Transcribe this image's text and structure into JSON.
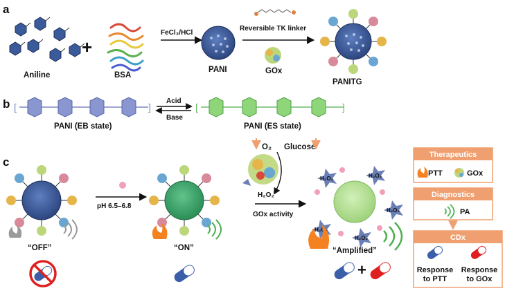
{
  "panels": {
    "a": {
      "label": "a",
      "aniline_label": "Aniline",
      "plus": "+",
      "bsa_label": "BSA",
      "reagent": "FeCl₃/HCl",
      "pani_label": "PANI",
      "linker_label": "Reversible TK linker",
      "gox_label": "GOx",
      "panitg_label": "PANITG"
    },
    "b": {
      "label": "b",
      "eb_label": "PANI (EB state)",
      "es_label": "PANI (ES state)",
      "acid": "Acid",
      "base": "Base"
    },
    "c": {
      "label": "c",
      "o2": "O₂",
      "glucose": "Glucose",
      "h2o2": "H₂O₂",
      "ph": "pH 6.5–6.8",
      "gox_activity": "GOx activity",
      "off": "“OFF”",
      "on": "“ON”",
      "amplified": "“Amplified”"
    }
  },
  "side_boxes": {
    "therapeutics": {
      "title": "Therapeutics",
      "ptt": "PTT",
      "gox": "GOx"
    },
    "diagnostics": {
      "title": "Diagnostics",
      "pa": "PA"
    },
    "cdx": {
      "title": "CDx",
      "response_ptt": [
        "Response",
        "to PTT"
      ],
      "response_gox": [
        "Response",
        "to GOx"
      ]
    }
  },
  "colors": {
    "pani_blue": "#3a5a9a",
    "pani_on": "#3aa36a",
    "pani_amplified": "#a8d98a",
    "box_orange": "#f0a070",
    "box_header": "#ee8a4e",
    "flame": "#f58220",
    "capsule_blue": "#3b5ea8",
    "capsule_red": "#e02020",
    "h2o2_burst": "#6a7fb5",
    "pink_dot": "#f2a0b8"
  },
  "icons": [
    "flame-icon",
    "pa-signal-icon",
    "capsule-icon",
    "forbidden-icon",
    "down-arrow-icon"
  ]
}
